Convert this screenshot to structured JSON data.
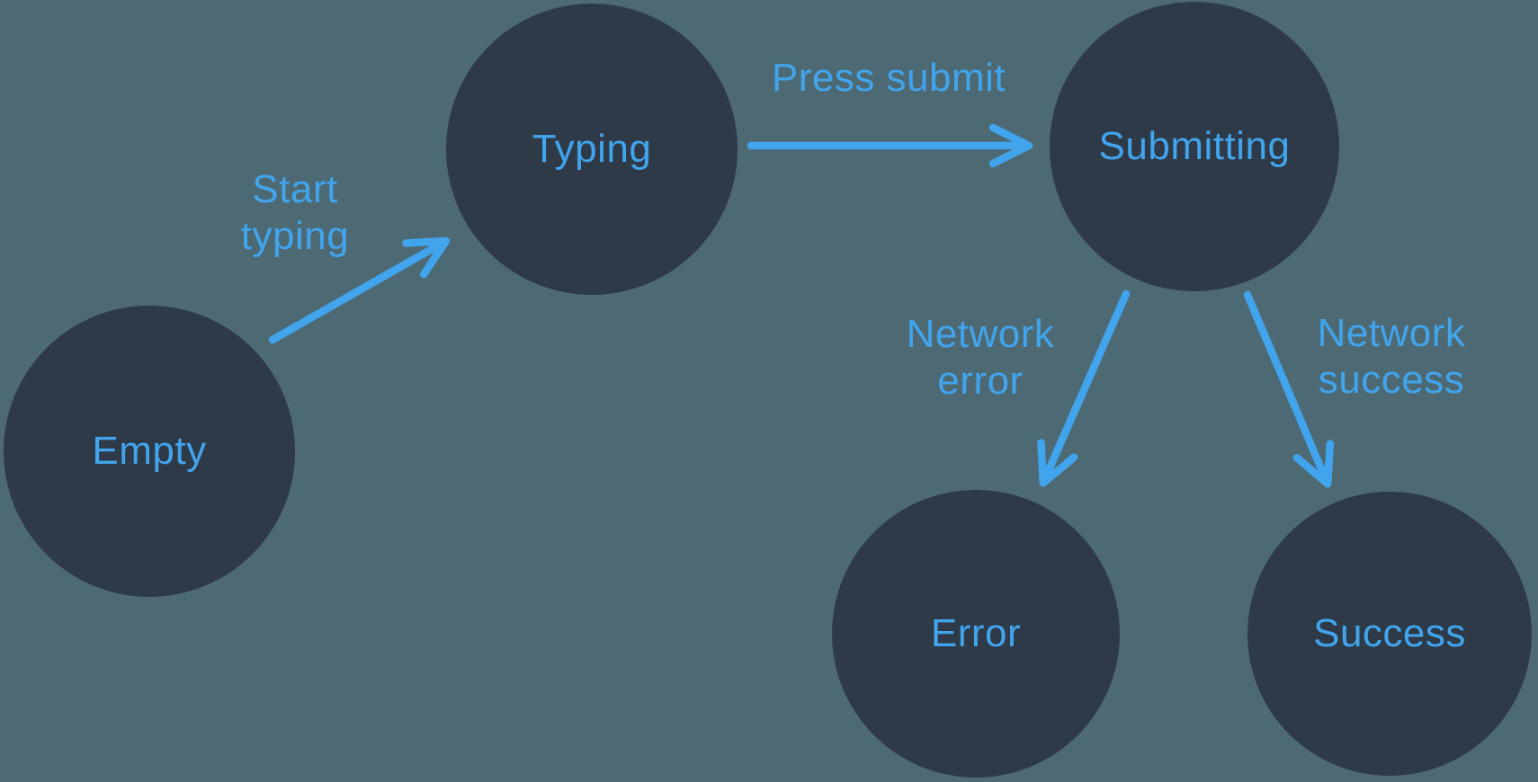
{
  "diagram": {
    "type": "state-machine",
    "states": [
      {
        "id": "empty",
        "label": "Empty"
      },
      {
        "id": "typing",
        "label": "Typing"
      },
      {
        "id": "submitting",
        "label": "Submitting"
      },
      {
        "id": "error",
        "label": "Error"
      },
      {
        "id": "success",
        "label": "Success"
      }
    ],
    "transitions": [
      {
        "id": "start-typing",
        "label": "Start typing",
        "from": "empty",
        "to": "typing"
      },
      {
        "id": "press-submit",
        "label": "Press submit",
        "from": "typing",
        "to": "submitting"
      },
      {
        "id": "network-error",
        "label": "Network error",
        "from": "submitting",
        "to": "error"
      },
      {
        "id": "network-success",
        "label": "Network success",
        "from": "submitting",
        "to": "success"
      }
    ],
    "colors": {
      "background": "#4d6a74",
      "node_fill": "#2e3a48",
      "accent": "#41a4ec"
    }
  }
}
